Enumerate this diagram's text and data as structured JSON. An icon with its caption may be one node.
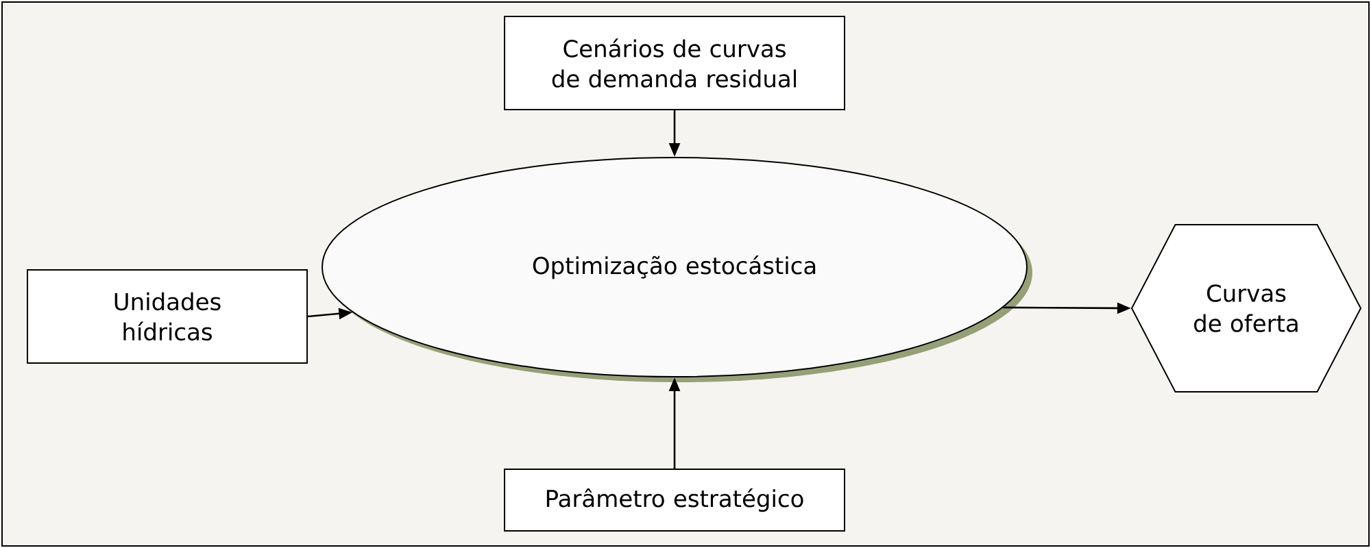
{
  "diagram": {
    "nodes": [
      {
        "text": [
          "Cenários de curvas de demanda residual"
        ]
      },
      {
        "text": [
          "Unidades hídricas"
        ]
      },
      {
        "text": [
          "Optimização estocástica"
        ]
      },
      {
        "text": [
          "Curvas de oferta"
        ]
      },
      {
        "text": [
          "Parâmetro estratégico"
        ]
      }
    ],
    "edges": [
      {
        "from": 0,
        "to": 2,
        "arrow": "to"
      },
      {
        "from": 1,
        "to": 2,
        "arrow": "to"
      },
      {
        "from": 4,
        "to": 2,
        "arrow": "to"
      },
      {
        "from": 2,
        "to": 3,
        "arrow": "to"
      }
    ]
  }
}
